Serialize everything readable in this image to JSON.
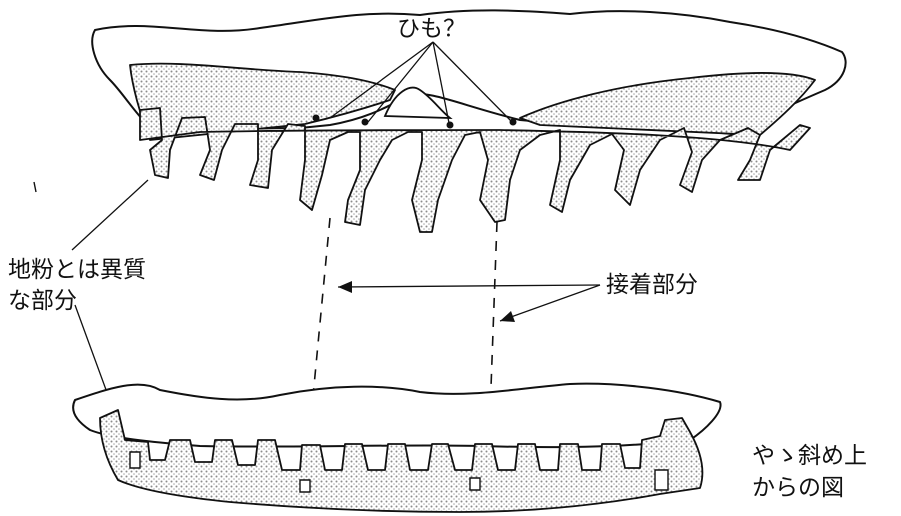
{
  "labels": {
    "string": "ひも？",
    "foreign_part_line1": "地粉とは異質",
    "foreign_part_line2": "な部分",
    "joint_part": "接着部分",
    "view_line1": "やゝ斜め上",
    "view_line2": "からの図"
  },
  "colors": {
    "ink": "#111111",
    "stipple": "#9a9a9a",
    "paper": "#ffffff"
  }
}
